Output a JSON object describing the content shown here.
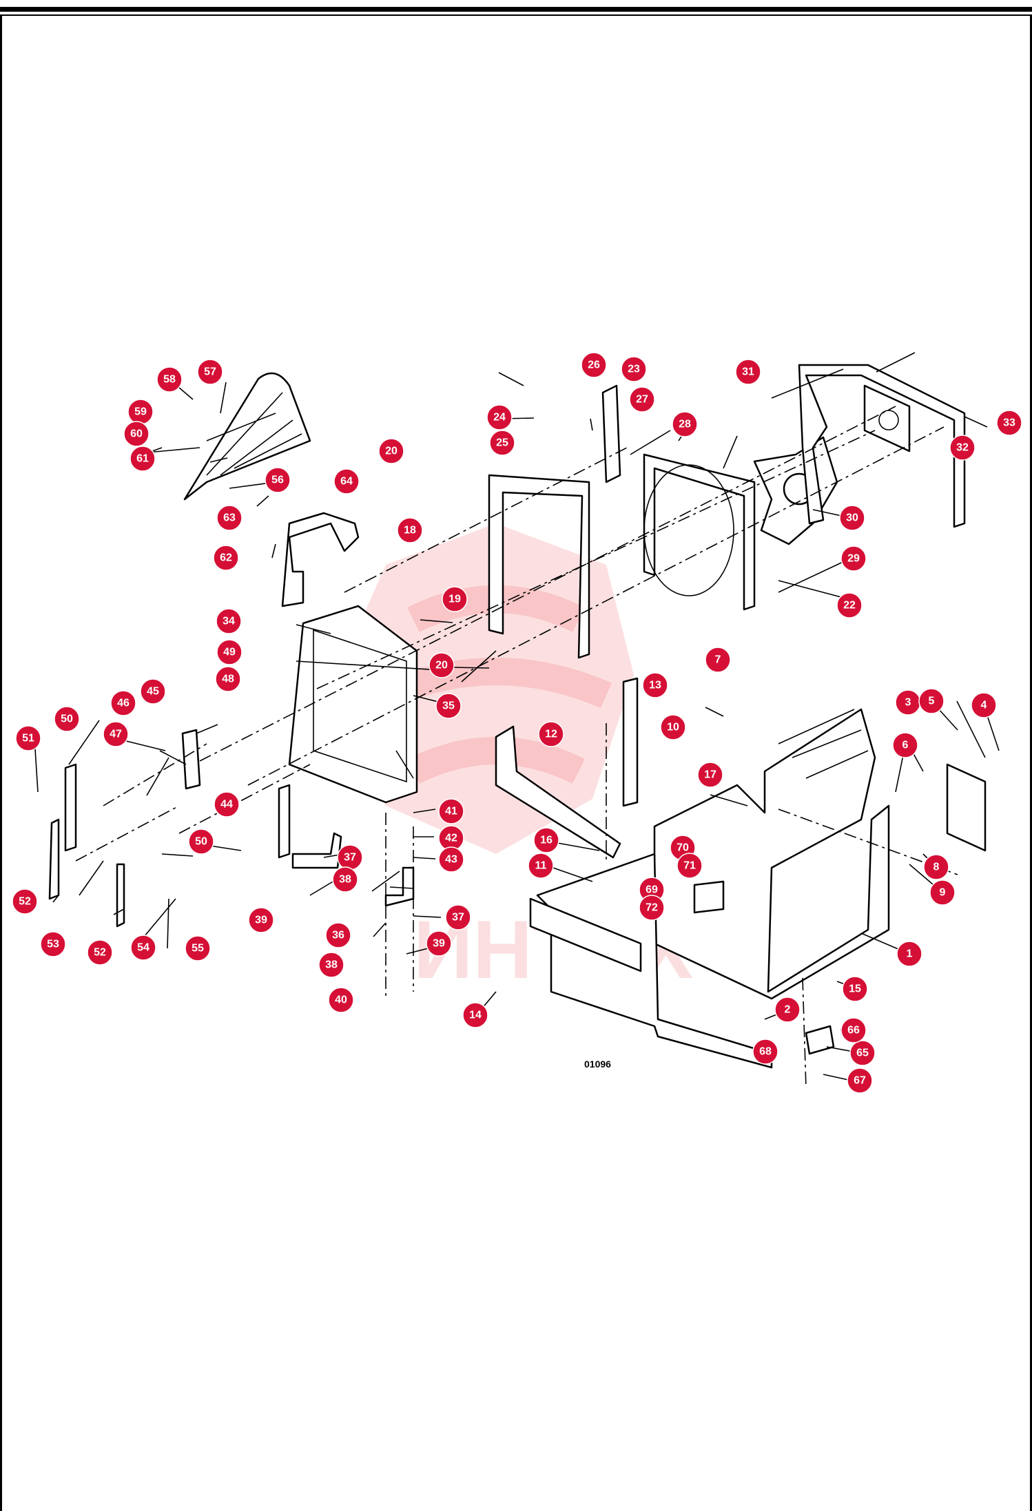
{
  "diagram": {
    "drawing_number": "01096",
    "watermark_text": "ИНТЕХ",
    "callouts": [
      "1",
      "2",
      "3",
      "4",
      "5",
      "6",
      "7",
      "8",
      "9",
      "10",
      "11",
      "12",
      "13",
      "14",
      "15",
      "16",
      "17",
      "18",
      "19",
      "20",
      "20",
      "22",
      "23",
      "24",
      "25",
      "26",
      "27",
      "28",
      "29",
      "30",
      "31",
      "32",
      "33",
      "34",
      "35",
      "36",
      "37",
      "37",
      "38",
      "38",
      "39",
      "39",
      "40",
      "41",
      "42",
      "43",
      "44",
      "45",
      "46",
      "47",
      "48",
      "49",
      "50",
      "50",
      "51",
      "52",
      "52",
      "53",
      "54",
      "55",
      "56",
      "57",
      "58",
      "59",
      "60",
      "61",
      "62",
      "63",
      "64",
      "65",
      "66",
      "67",
      "68",
      "69",
      "70",
      "71",
      "72"
    ],
    "colors": {
      "callout_fill": "#d50f35",
      "callout_text": "#ffffff",
      "line": "#000000",
      "watermark": "#e8232a"
    }
  }
}
